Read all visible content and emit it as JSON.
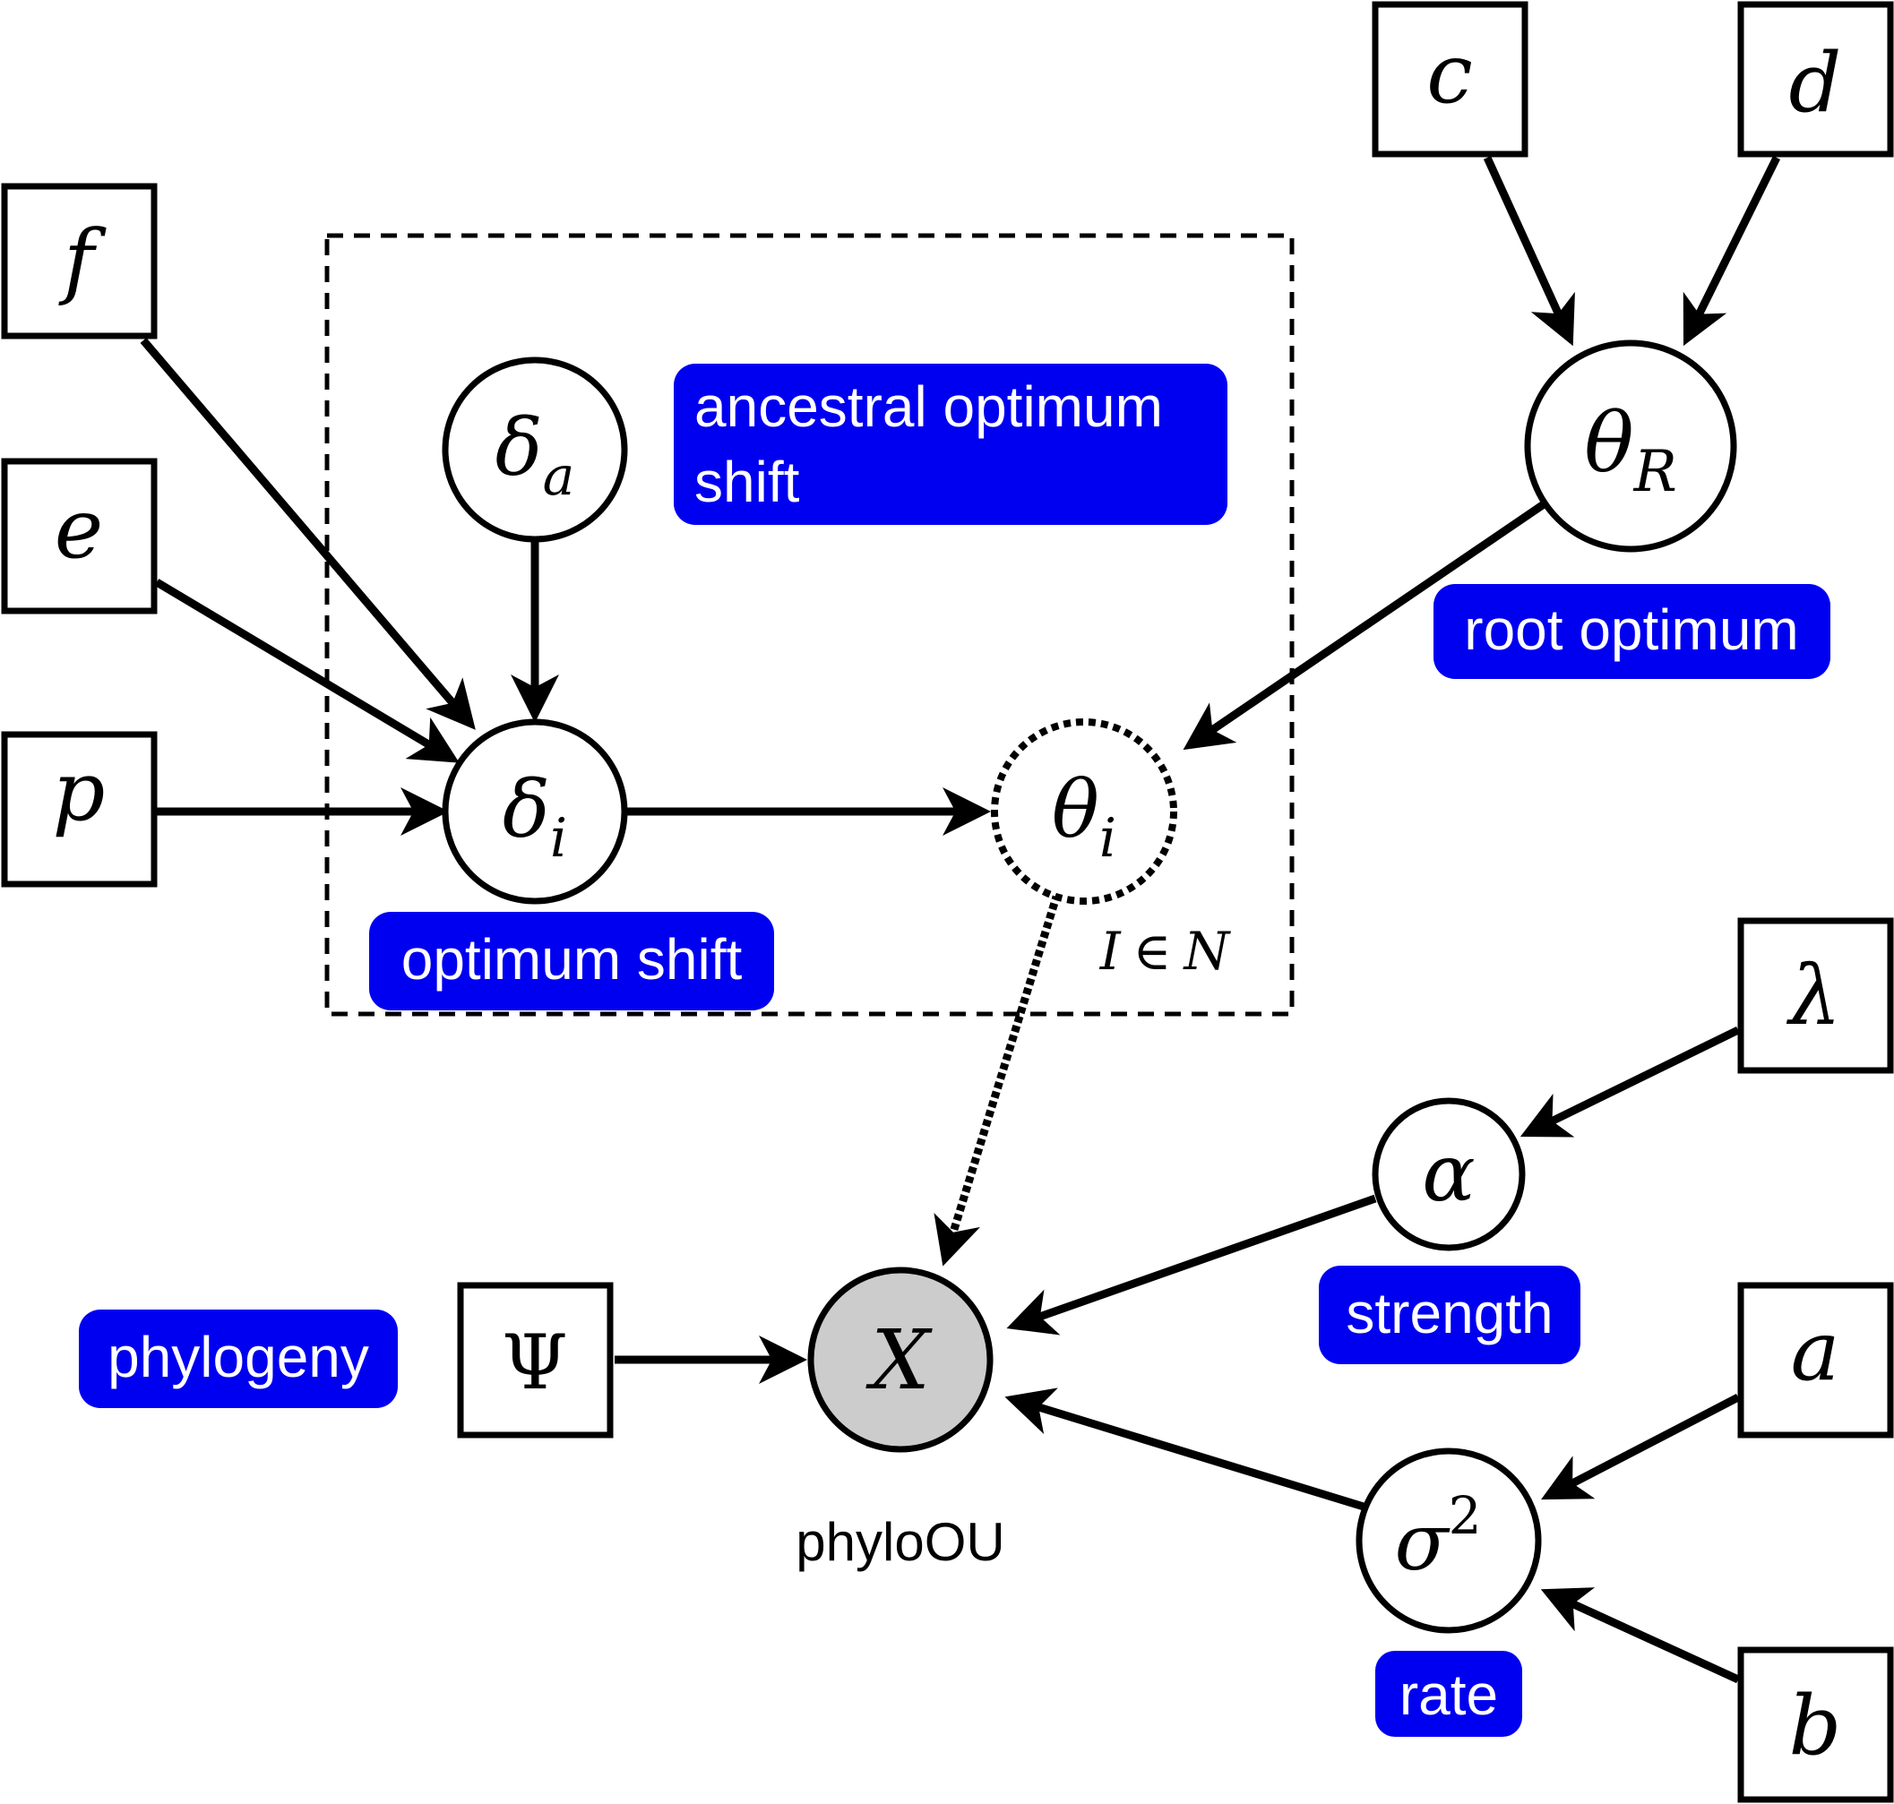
{
  "constants": {
    "f": "f",
    "e": "e",
    "p": "p",
    "c": "c",
    "d": "d",
    "lambda": "λ",
    "a": "a",
    "b": "b",
    "psi": "Ψ"
  },
  "nodes": {
    "delta_a": {
      "base": "δ",
      "sub": "a"
    },
    "delta_i": {
      "base": "δ",
      "sub": "i"
    },
    "theta_i": {
      "base": "θ",
      "sub": "i"
    },
    "theta_R": {
      "base": "θ",
      "sub": "R"
    },
    "alpha": "α",
    "sigma2": {
      "base": "σ",
      "sup": "2"
    },
    "X": "X"
  },
  "plate": {
    "label_var": "I",
    "label_op": "∈",
    "label_set": "N"
  },
  "labels": {
    "ancestral_line1": "ancestral optimum",
    "ancestral_line2": "shift",
    "root_optimum": "root optimum",
    "optimum_shift": "optimum shift",
    "strength": "strength",
    "rate": "rate",
    "phylogeny": "phylogeny",
    "phyloOU": "phyloOU"
  },
  "colors": {
    "tag": "#0000f0",
    "observed_fill": "#cccccc"
  }
}
